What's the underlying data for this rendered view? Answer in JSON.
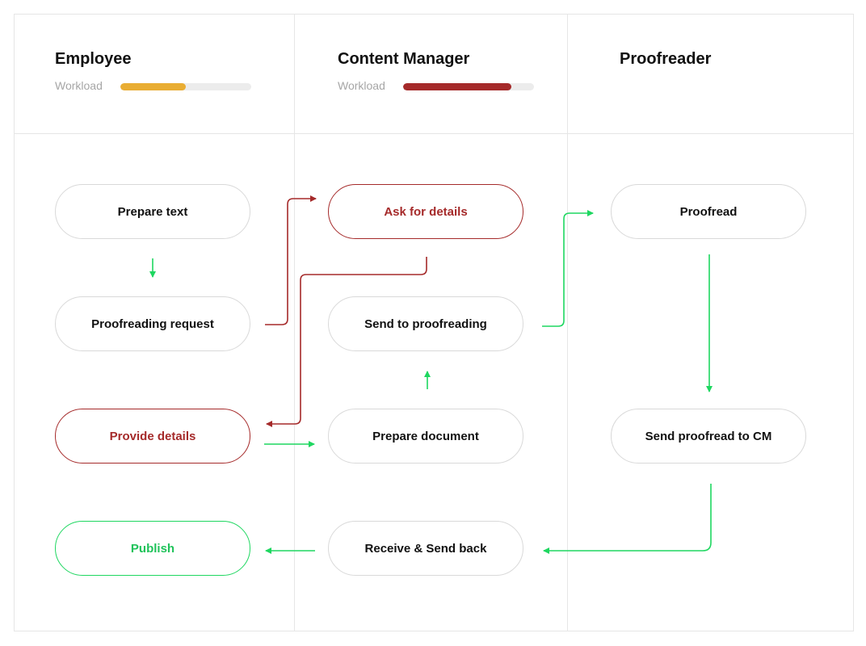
{
  "lanes": [
    {
      "title": "Employee",
      "workload_label": "Workload",
      "workload": 0.5,
      "workload_color": "#e9ad33"
    },
    {
      "title": "Content Manager",
      "workload_label": "Workload",
      "workload": 0.83,
      "workload_color": "#a52a2a"
    },
    {
      "title": "Proofreader"
    }
  ],
  "nodes": {
    "prepare_text": "Prepare text",
    "proofreading_request": "Proofreading request",
    "provide_details": "Provide details",
    "publish": "Publish",
    "ask_for_details": "Ask for details",
    "send_to_proofreading": "Send to proofreading",
    "prepare_document": "Prepare document",
    "receive_send_back": "Receive & Send back",
    "proofread": "Proofread",
    "send_proofread_to_cm": "Send proofread to CM"
  },
  "colors": {
    "flow_ok": "#1ed760",
    "flow_issue": "#a52a2a",
    "border": "#e6e6e6"
  }
}
